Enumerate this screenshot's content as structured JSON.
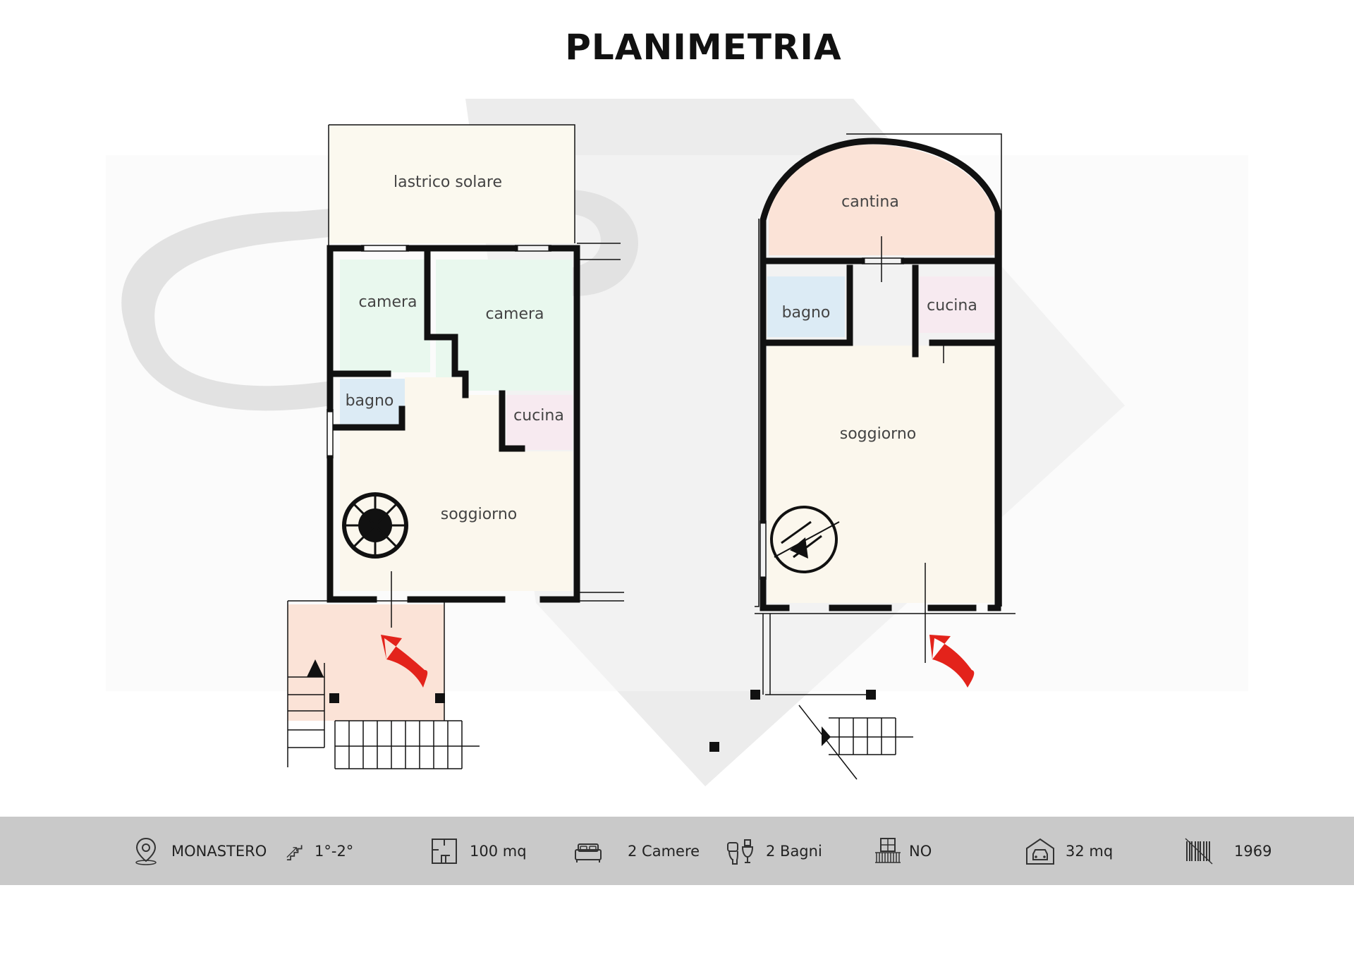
{
  "title": "PLANIMETRIA",
  "plan_left": {
    "rooms": {
      "lastrico": "lastrico solare",
      "camera1": "camera",
      "camera2": "camera",
      "bagno": "bagno",
      "cucina": "cucina",
      "soggiorno": "soggiorno"
    }
  },
  "plan_right": {
    "rooms": {
      "cantina": "cantina",
      "bagno": "bagno",
      "cucina": "cucina",
      "soggiorno": "soggiorno"
    }
  },
  "colors": {
    "wall": "#111111",
    "terrace": "#fbf9ef",
    "bedroom": "#e9f8ee",
    "bathroom": "#dcebf5",
    "kitchen": "#f7eaf0",
    "living": "#fbf7ed",
    "peach": "#fbe3d7",
    "arrow": "#e3231b",
    "watermark": "#e9e9e9",
    "info_bar": "#c9c9c9"
  },
  "info_bar": {
    "location": {
      "icon": "location-pin-icon",
      "label": "MONASTERO"
    },
    "floor": {
      "icon": "stairs-icon",
      "label": "1°-2°"
    },
    "surface": {
      "icon": "floor-plan-icon",
      "label": "100 mq"
    },
    "bedrooms": {
      "icon": "bed-icon",
      "label": "2 Camere"
    },
    "bathrooms": {
      "icon": "toilet-icon",
      "label": "2 Bagni"
    },
    "balcony": {
      "icon": "balcony-icon",
      "label": "NO"
    },
    "garage": {
      "icon": "garage-icon",
      "label": "32 mq"
    },
    "year": {
      "icon": "barcode-icon",
      "label": "1969"
    }
  }
}
